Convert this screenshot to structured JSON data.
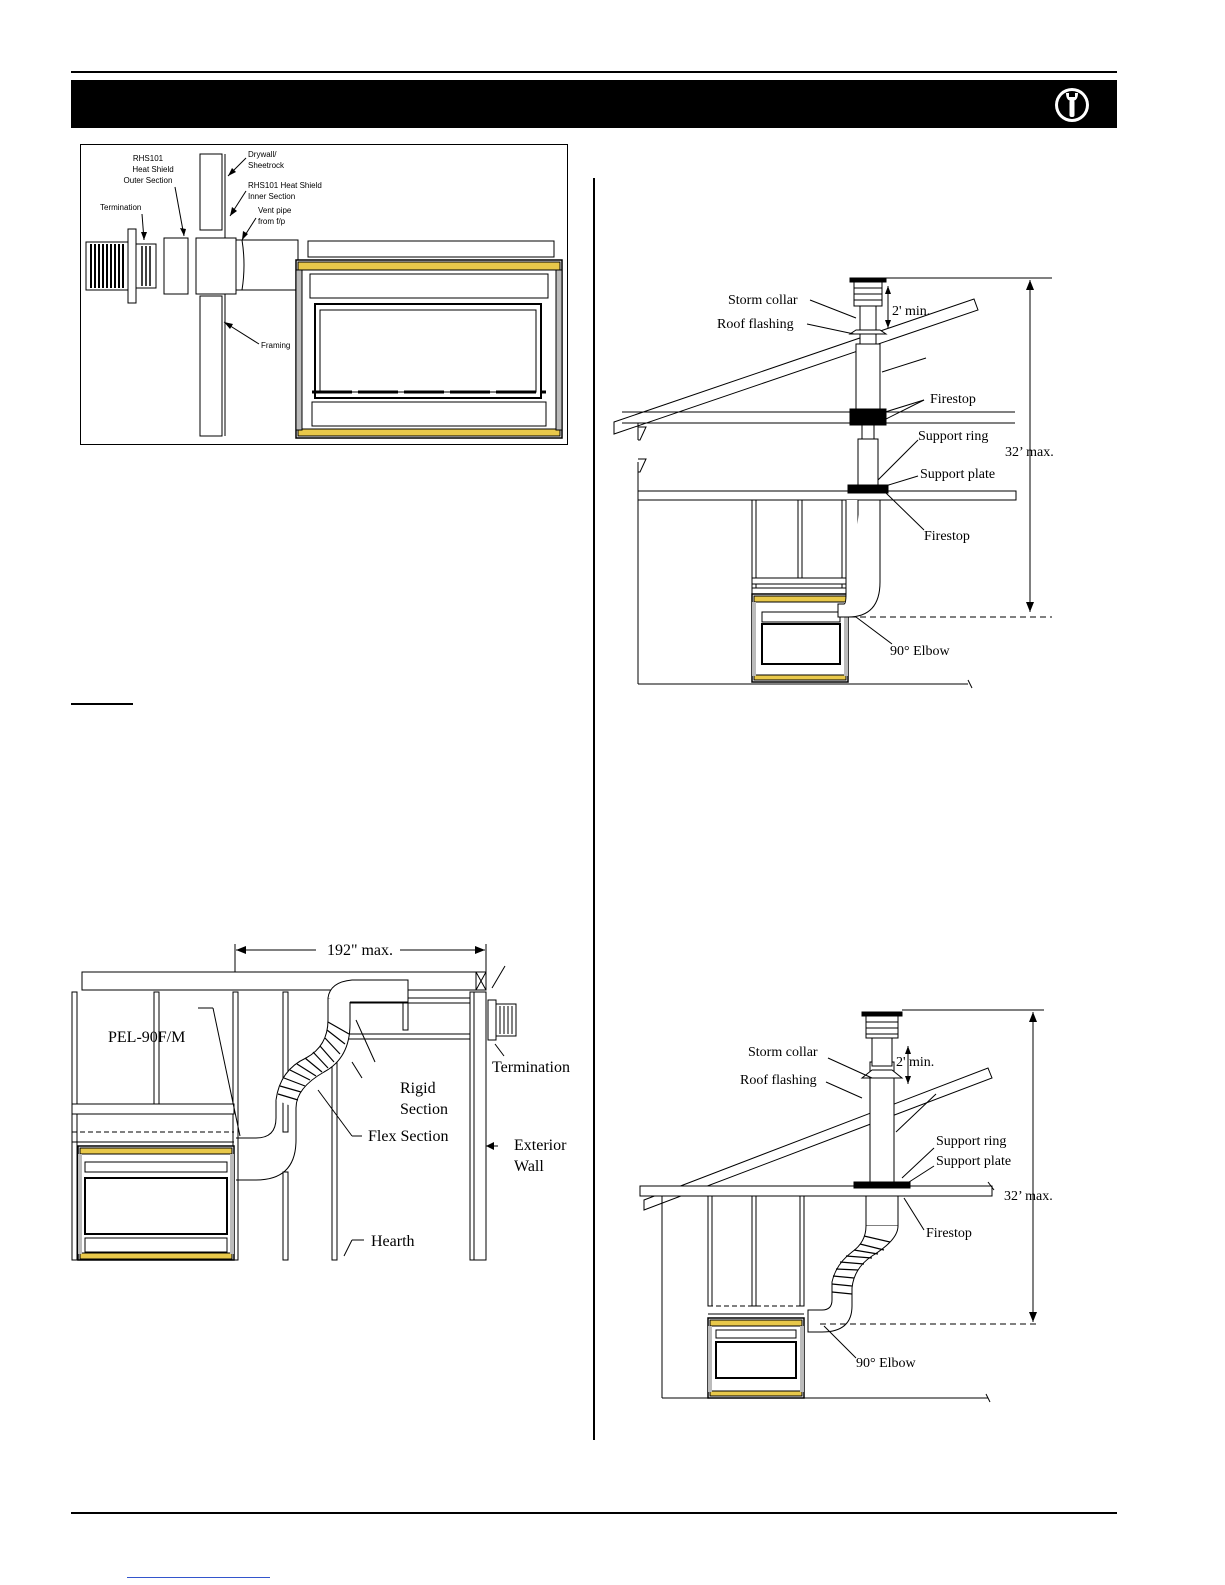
{
  "figure1": {
    "labels": {
      "rhs_outer": [
        "RHS101",
        "Heat Shield",
        "Outer Section"
      ],
      "termination": "Termination",
      "drywall": [
        "Drywall/",
        "Sheetrock"
      ],
      "rhs_inner": [
        "RHS101 Heat Shield",
        "Inner Section"
      ],
      "vent_pipe": [
        "Vent pipe",
        "from f/p"
      ],
      "framing": "Framing"
    }
  },
  "figure2": {
    "labels": {
      "storm_collar": "Storm collar",
      "roof_flashing": "Roof flashing",
      "min": "2' min.",
      "firestop_top": "Firestop",
      "support_ring": "Support ring",
      "support_plate": "Support plate",
      "firestop_bottom": "Firestop",
      "max": "32’ max.",
      "elbow": "90° Elbow"
    }
  },
  "figure3": {
    "labels": {
      "max": "192\" max.",
      "pel": "PEL-90F/M",
      "termination": "Termination",
      "rigid": [
        "Rigid",
        "Section"
      ],
      "flex": "Flex Section",
      "exterior": [
        "Exterior",
        "Wall"
      ],
      "hearth": "Hearth"
    }
  },
  "figure4": {
    "labels": {
      "storm_collar": "Storm collar",
      "roof_flashing": "Roof flashing",
      "min": "2' min.",
      "support_ring": "Support ring",
      "support_plate": "Support plate",
      "max": "32’ max.",
      "firestop": "Firestop",
      "elbow": "90° Elbow"
    }
  }
}
